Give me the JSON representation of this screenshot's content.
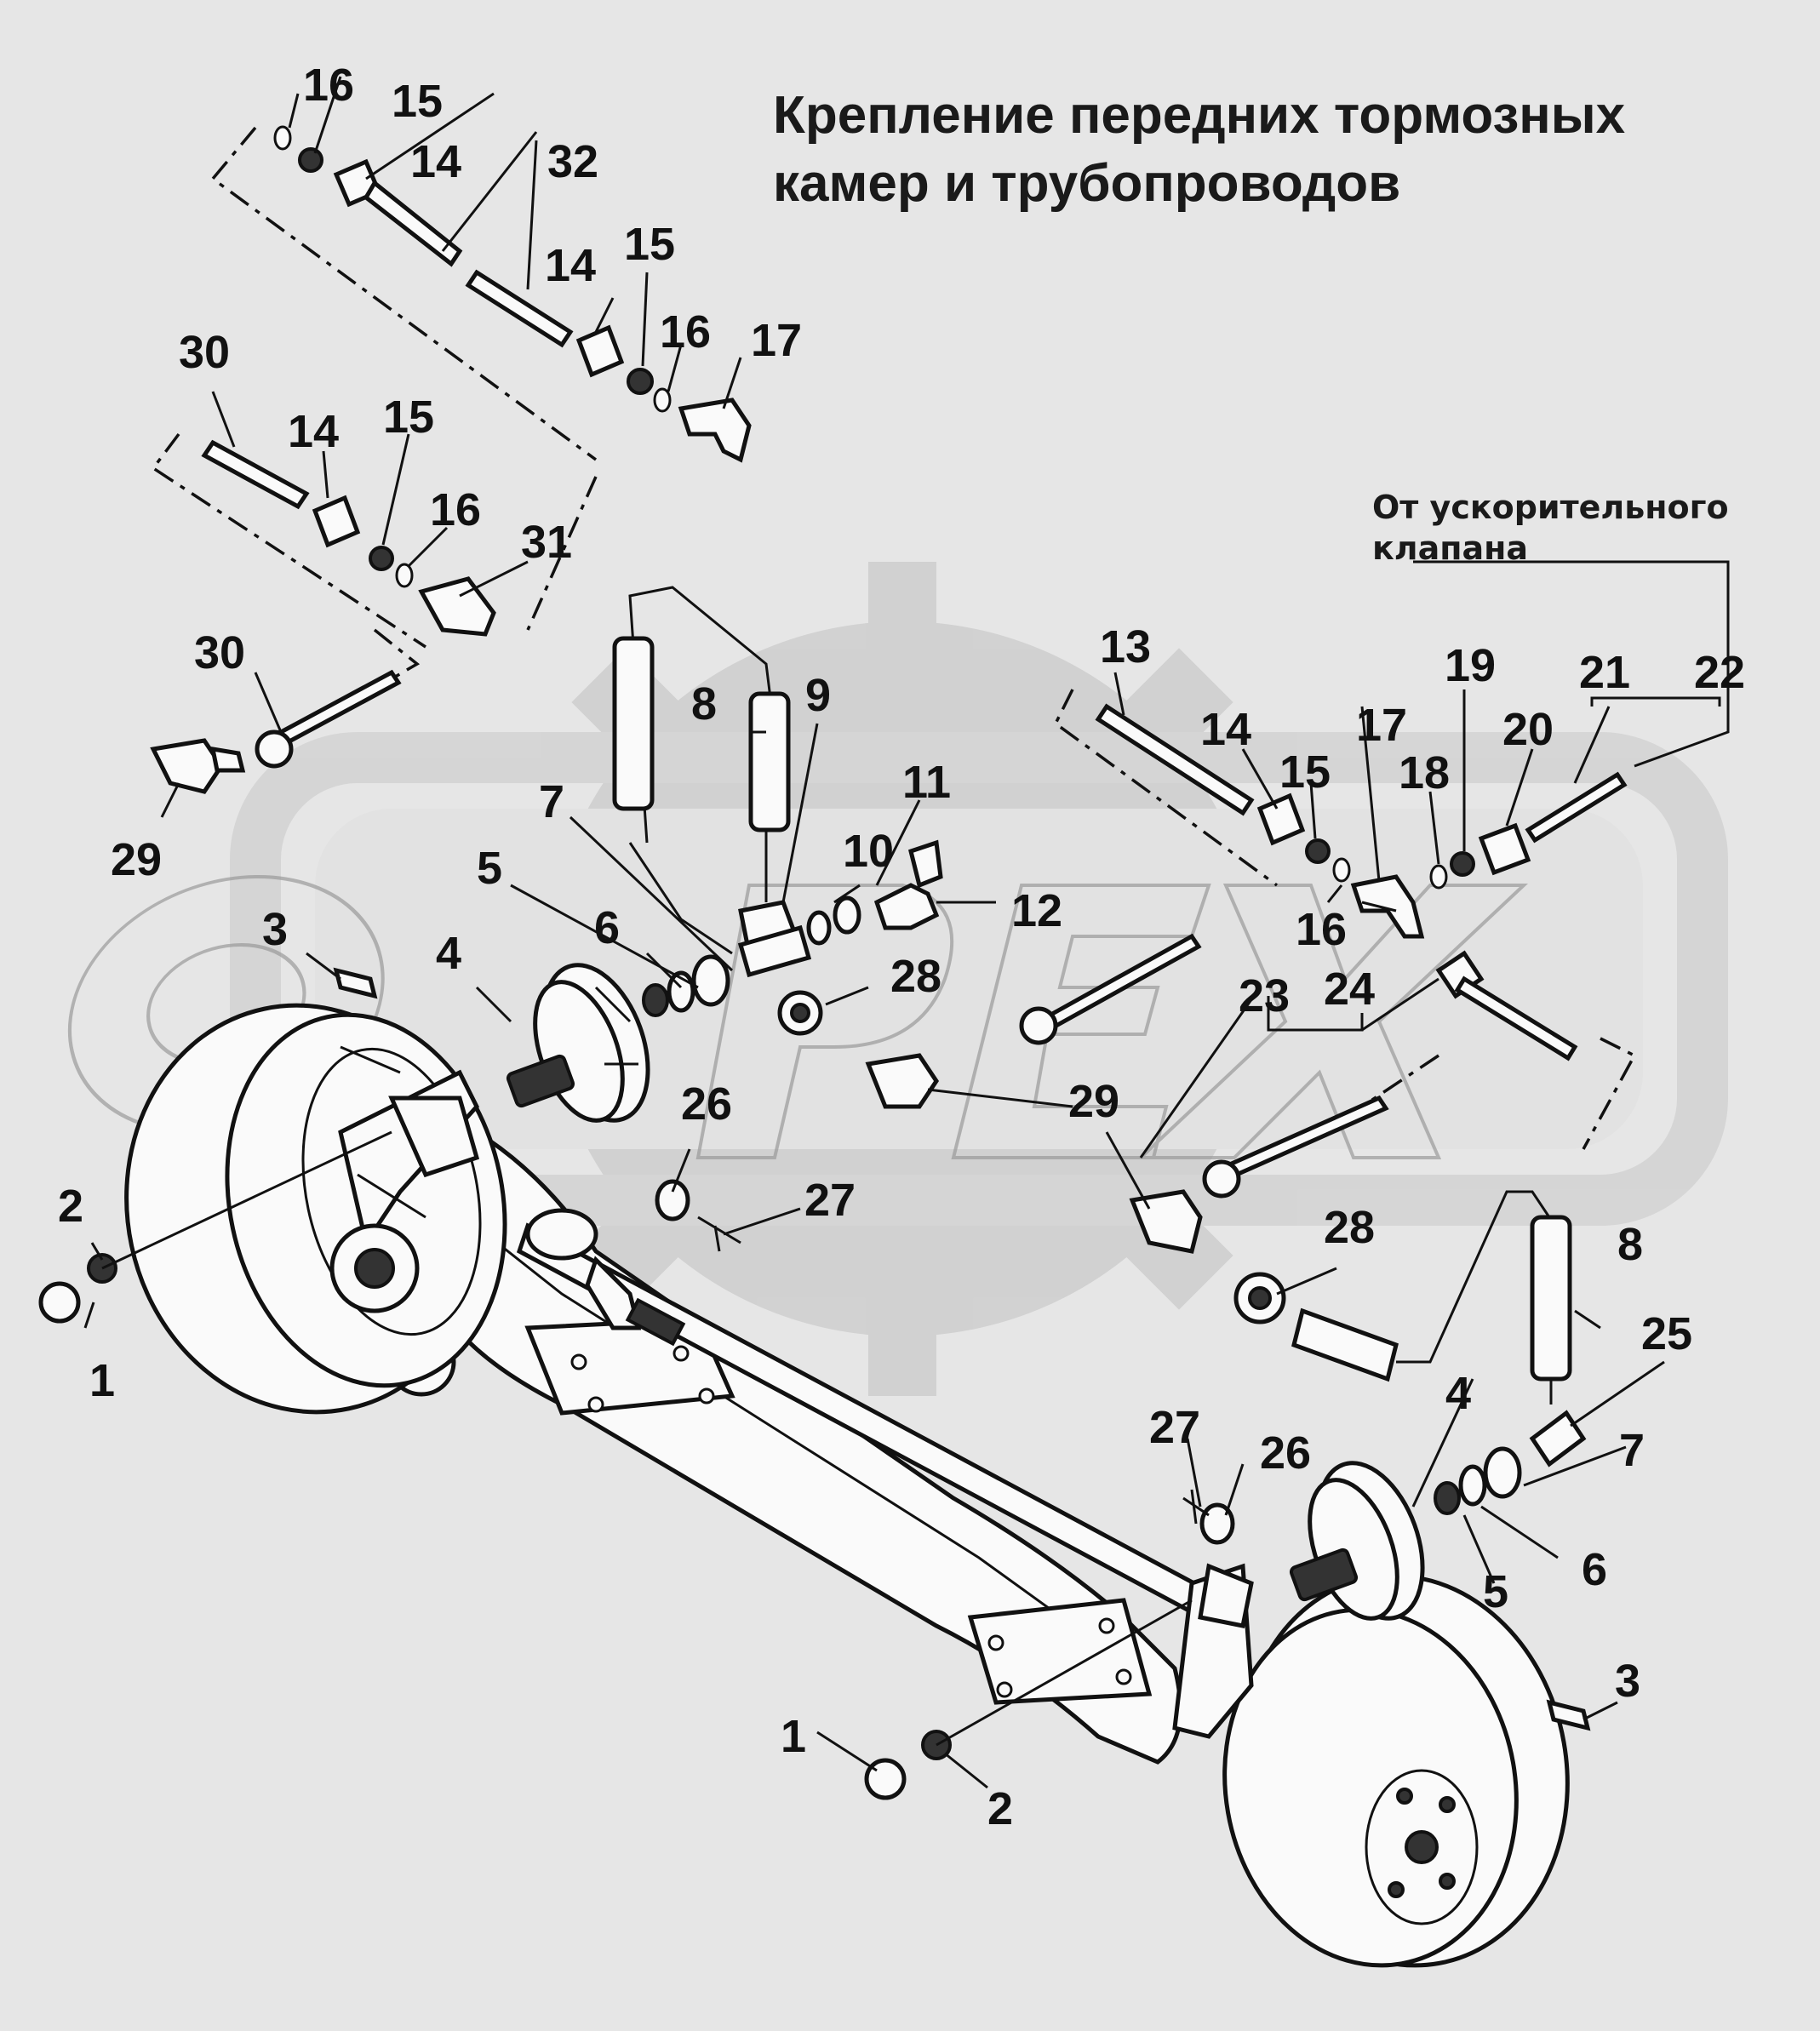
{
  "title": {
    "line1": "Крепление передних тормозных",
    "line2": "камер и трубопроводов"
  },
  "source_note": {
    "line1": "От ускорительного",
    "line2": "клапана"
  },
  "callouts": {
    "c1a": "1",
    "c1b": "1",
    "c2a": "2",
    "c2b": "2",
    "c3a": "3",
    "c3b": "3",
    "c4a": "4",
    "c4b": "4",
    "c5a": "5",
    "c5b": "5",
    "c6a": "6",
    "c6b": "6",
    "c7a": "7",
    "c7b": "7",
    "c8a": "8",
    "c8b": "8",
    "c9": "9",
    "c10": "10",
    "c11": "11",
    "c12": "12",
    "c13": "13",
    "c14a": "14",
    "c14b": "14",
    "c14c": "14",
    "c14d": "14",
    "c15a": "15",
    "c15b": "15",
    "c15c": "15",
    "c15d": "15",
    "c16a": "16",
    "c16b": "16",
    "c16c": "16",
    "c16d": "16",
    "c17a": "17",
    "c17b": "17",
    "c18": "18",
    "c19": "19",
    "c20": "20",
    "c21": "21",
    "c22": "22",
    "c23": "23",
    "c24": "24",
    "c25": "25",
    "c26a": "26",
    "c26b": "26",
    "c27a": "27",
    "c27b": "27",
    "c28a": "28",
    "c28b": "28",
    "c29a": "29",
    "c29b": "29",
    "c30a": "30",
    "c30b": "30",
    "c31": "31",
    "c32": "32"
  },
  "colors": {
    "background": "#e6e6e6",
    "line": "#111111",
    "watermark": "#cfcfcf"
  }
}
